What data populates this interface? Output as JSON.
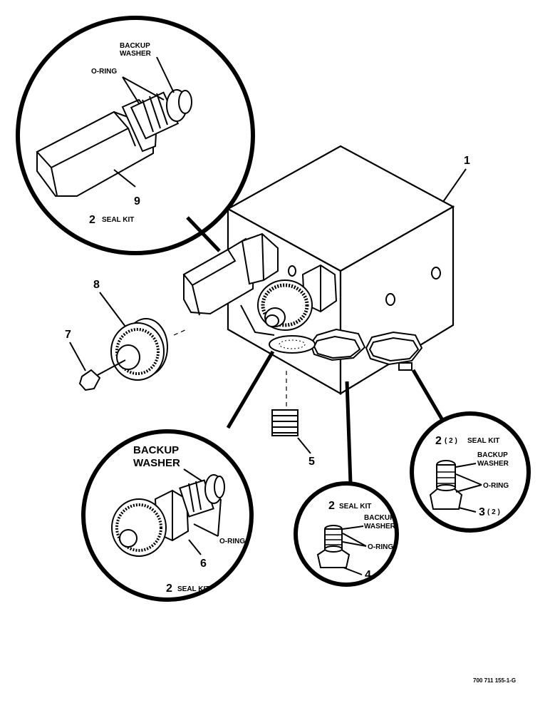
{
  "labels": {
    "top_backup_washer_1": "BACKUP",
    "top_backup_washer_2": "WASHER",
    "top_oring": "O-RING",
    "top_part": "9",
    "top_seal_num": "2",
    "top_seal_kit": "SEAL KIT",
    "part_1": "1",
    "part_8": "8",
    "part_7": "7",
    "part_5": "5",
    "left_backup_1": "BACKUP",
    "left_backup_2": "WASHER",
    "left_oring": "O-RING",
    "left_part": "6",
    "left_seal_num": "2",
    "left_seal_kit": "SEAL KIT",
    "mid_seal_num": "2",
    "mid_seal_kit": "SEAL KIT",
    "mid_backup_1": "BACKUP",
    "mid_backup_2": "WASHER",
    "mid_oring": "O-RING",
    "mid_part": "4",
    "right_seal_num": "2",
    "right_seal_qty": "( 2 )",
    "right_seal_kit": "SEAL KIT",
    "right_backup_1": "BACKUP",
    "right_backup_2": "WASHER",
    "right_oring": "O-RING",
    "right_part": "3",
    "right_part_qty": "( 2 )",
    "figure_id": "700 711 155-1-G"
  },
  "icons": [
    "valve-block",
    "relief-valve-cartridge",
    "knurled-adjuster-valve",
    "cap-nut",
    "plug",
    "cartridge-valve"
  ]
}
